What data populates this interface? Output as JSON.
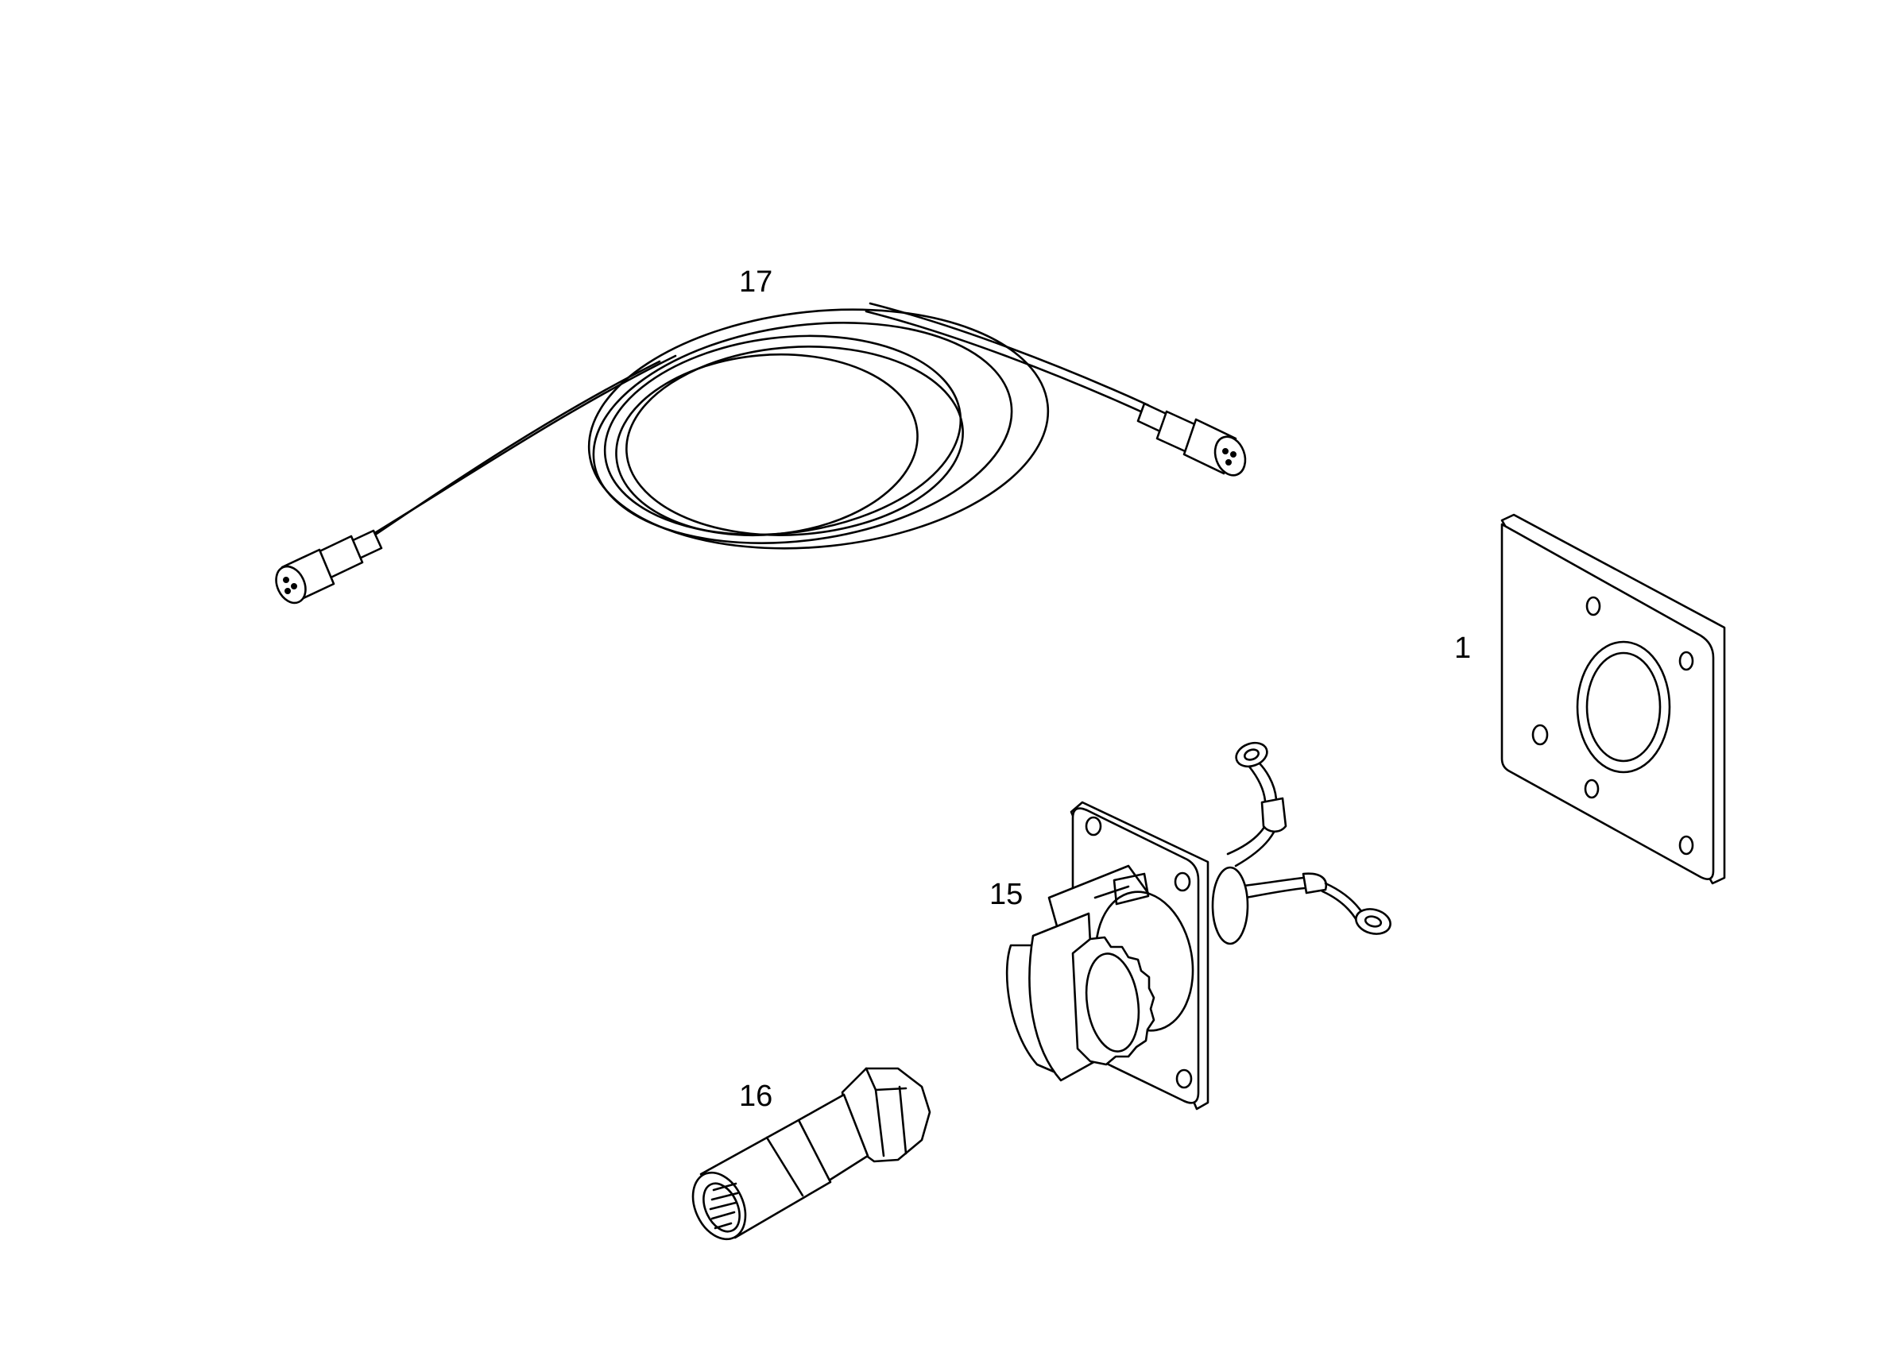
{
  "parts": [
    {
      "id": "cable",
      "label": "17"
    },
    {
      "id": "plate",
      "label": "1"
    },
    {
      "id": "socket",
      "label": "15"
    },
    {
      "id": "plug",
      "label": "16"
    }
  ]
}
